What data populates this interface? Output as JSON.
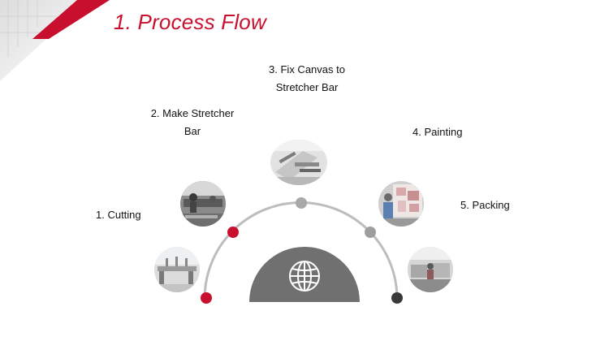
{
  "header": {
    "title": "1. Process Flow"
  },
  "steps": [
    {
      "label_line1": "1. Cutting",
      "label_line2": ""
    },
    {
      "label_line1": "2. Make Stretcher",
      "label_line2": "Bar"
    },
    {
      "label_line1": "3. Fix Canvas to",
      "label_line2": "Stretcher Bar"
    },
    {
      "label_line1": "4. Painting",
      "label_line2": ""
    },
    {
      "label_line1": "5. Packing",
      "label_line2": ""
    }
  ],
  "colors": {
    "accent": "#c8102e",
    "arc": "#bdbdbd",
    "dome": "#707070",
    "node_grey": "#9e9e9e",
    "node_dark": "#3a3a3a"
  },
  "icons": {
    "center": "globe-icon"
  }
}
